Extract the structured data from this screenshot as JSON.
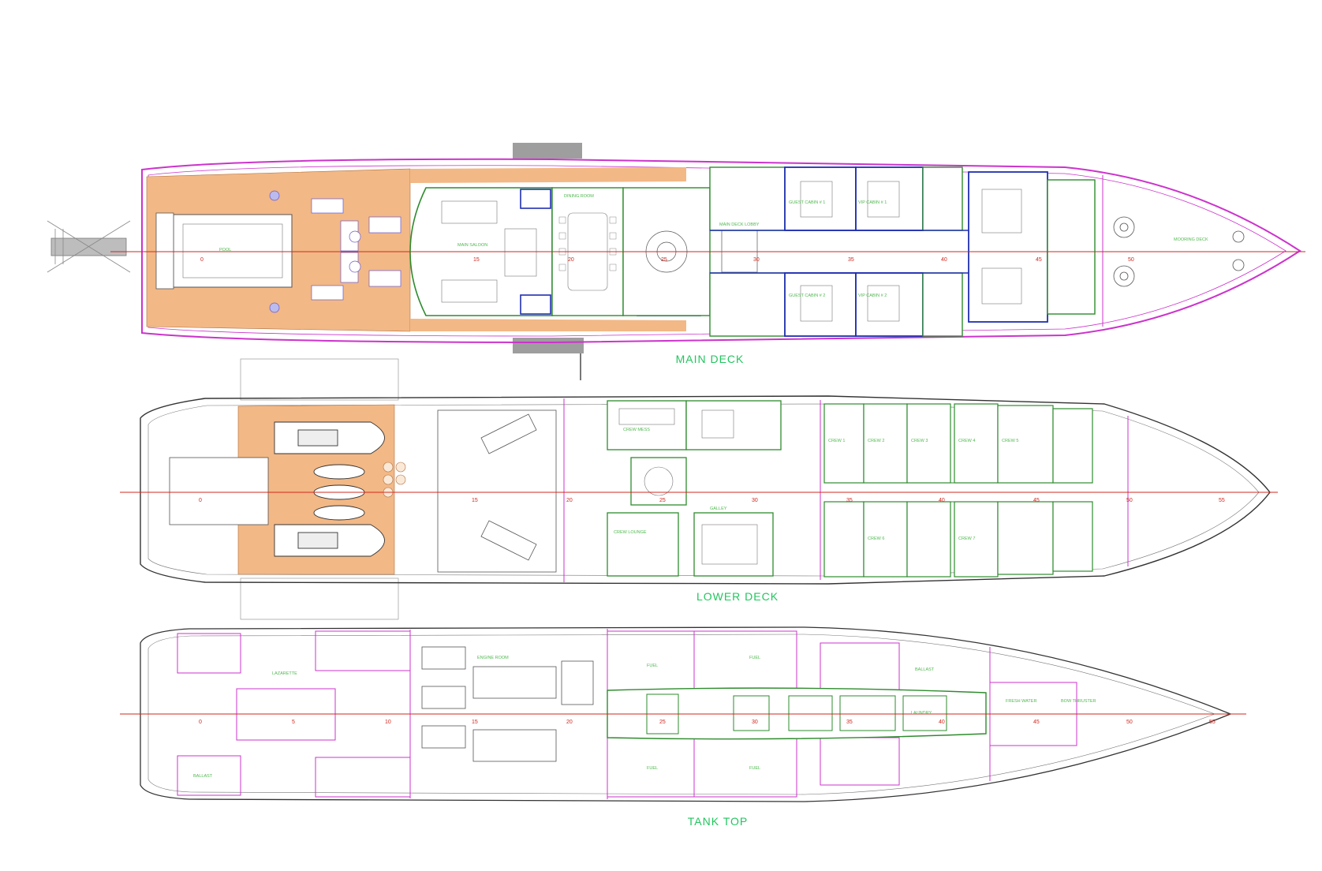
{
  "decks": [
    {
      "id": "main",
      "title": "MAIN DECK",
      "frames": [
        "0",
        "15",
        "20",
        "25",
        "30",
        "35",
        "40",
        "45",
        "50"
      ],
      "rooms": [
        "POOL",
        "MAIN SALOON",
        "DINING ROOM",
        "MAIN DECK LOBBY",
        "GUEST CABIN # 1",
        "GUEST CABIN # 2",
        "VIP CABIN # 1",
        "VIP CABIN # 2",
        "MOORING DECK"
      ]
    },
    {
      "id": "lower",
      "title": "LOWER DECK",
      "frames": [
        "0",
        "15",
        "20",
        "25",
        "30",
        "35",
        "40",
        "45",
        "50",
        "55"
      ],
      "rooms": [
        "CREW MESS",
        "GALLEY",
        "CREW LOUNGE",
        "CREW 1",
        "CREW 2",
        "CREW 3",
        "CREW 4",
        "CREW 5",
        "CREW 6",
        "CREW 7"
      ]
    },
    {
      "id": "tank",
      "title": "TANK TOP",
      "frames": [
        "0",
        "5",
        "10",
        "15",
        "20",
        "25",
        "30",
        "35",
        "40",
        "45",
        "50",
        "55"
      ],
      "rooms": [
        "LAZARETTE",
        "ENGINE ROOM",
        "FUEL",
        "FUEL",
        "FUEL",
        "FUEL",
        "BALLAST",
        "BALLAST",
        "LAUNDRY",
        "FRESH WATER",
        "BOW THRUSTER"
      ]
    }
  ],
  "colors": {
    "hull": "#cc33cc",
    "teak": "#f2b886",
    "centerline": "#d0281f",
    "label": "#22c55e",
    "partition_green": "#2e8b2e",
    "partition_blue": "#1f2fb0",
    "outline": "#555555"
  }
}
